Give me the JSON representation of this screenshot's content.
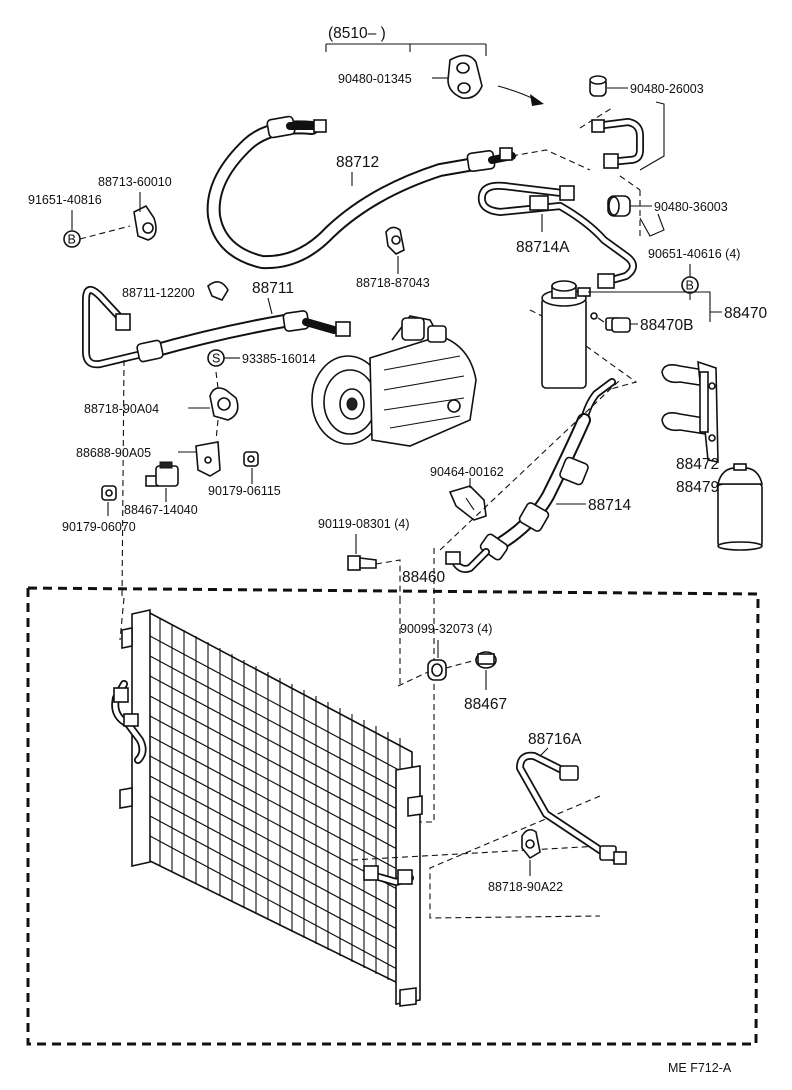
{
  "header": {
    "model_range": "(8510–          )"
  },
  "labels": {
    "p90480_01345": "90480-01345",
    "p90480_26003": "90480-26003",
    "p90480_36003": "90480-36003",
    "p88712": "88712",
    "p88713_60010": "88713-60010",
    "p91651_40816": "91651-40816",
    "p88714A": "88714A",
    "p90651_40616": "90651-40616 (4)",
    "p88718_87043": "88718-87043",
    "p88711_12200": "88711-12200",
    "p88711": "88711",
    "p88470": "88470",
    "p88470B": "88470B",
    "p93385_16014": "93385-16014",
    "p88718_90A04": "88718-90A04",
    "p88688_90A05": "88688-90A05",
    "p90179_06115": "90179-06115",
    "p88467_14040": "88467-14040",
    "p90179_06070": "90179-06070",
    "p88472": "88472",
    "p88479": "88479",
    "p90464_00162": "90464-00162",
    "p88714": "88714",
    "p90119_08301": "90119-08301 (4)",
    "p88460": "88460",
    "p90099_32073": "90099-32073 (4)",
    "p88467": "88467",
    "p88716A": "88716A",
    "p88718_90A22": "88718-90A22"
  },
  "markers": {
    "b_left": "B",
    "b_right": "B",
    "s_marker": "S"
  },
  "footer": {
    "figure_code": "ME  F712-A"
  }
}
